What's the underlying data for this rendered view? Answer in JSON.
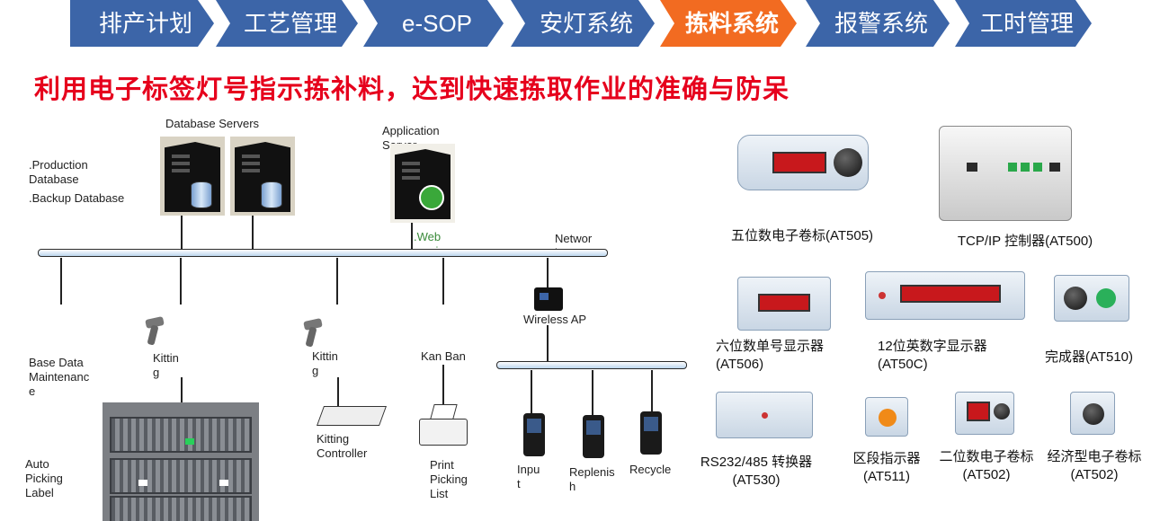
{
  "nav": {
    "tabs": [
      {
        "label": "排产计划",
        "active": false
      },
      {
        "label": "工艺管理",
        "active": false
      },
      {
        "label": "e-SOP",
        "active": false
      },
      {
        "label": "安灯系统",
        "active": false
      },
      {
        "label": "拣料系统",
        "active": true
      },
      {
        "label": "报警系统",
        "active": false
      },
      {
        "label": "工时管理",
        "active": false
      }
    ],
    "colors": {
      "tab": "#3c65a8",
      "active_tab": "#f26b21"
    }
  },
  "headline": "利用电子标签灯号指示拣补料，达到快速拣取作业的准确与防呆",
  "diagram": {
    "database_servers": "Database Servers",
    "production_db": ".Production\nDatabase",
    "backup_db": ".Backup Database",
    "application_server": "Application\nServer",
    "web_service": ".Web\nservice",
    "network": "Networ\nk",
    "wireless_ap": "Wireless AP",
    "base_data": "Base Data\nMaintenanc\ne",
    "kitting_1": "Kittin\ng",
    "kitting_2": "Kittin\ng",
    "kan_ban": "Kan Ban",
    "kitting_controller": "Kitting\nController",
    "print_picking_list": "Print\nPicking\nList",
    "auto_picking_label": "Auto\nPicking\nLabel",
    "input": "Inpu\nt",
    "replenish": "Replenis\nh",
    "recycle": "Recycle"
  },
  "devices": {
    "at505": "五位数电子卷标(AT505)",
    "at500": "TCP/IP 控制器(AT500)",
    "at506": "六位数单号显示器\n(AT506)",
    "at50c": "12位英数字显示器\n(AT50C)",
    "at510": "完成器(AT510)",
    "at530": "RS232/485 转换器\n(AT530)",
    "at511": "区段指示器\n(AT511)",
    "at502a": "二位数电子卷标\n(AT502)",
    "at502b": "经济型电子卷标\n(AT502)"
  }
}
